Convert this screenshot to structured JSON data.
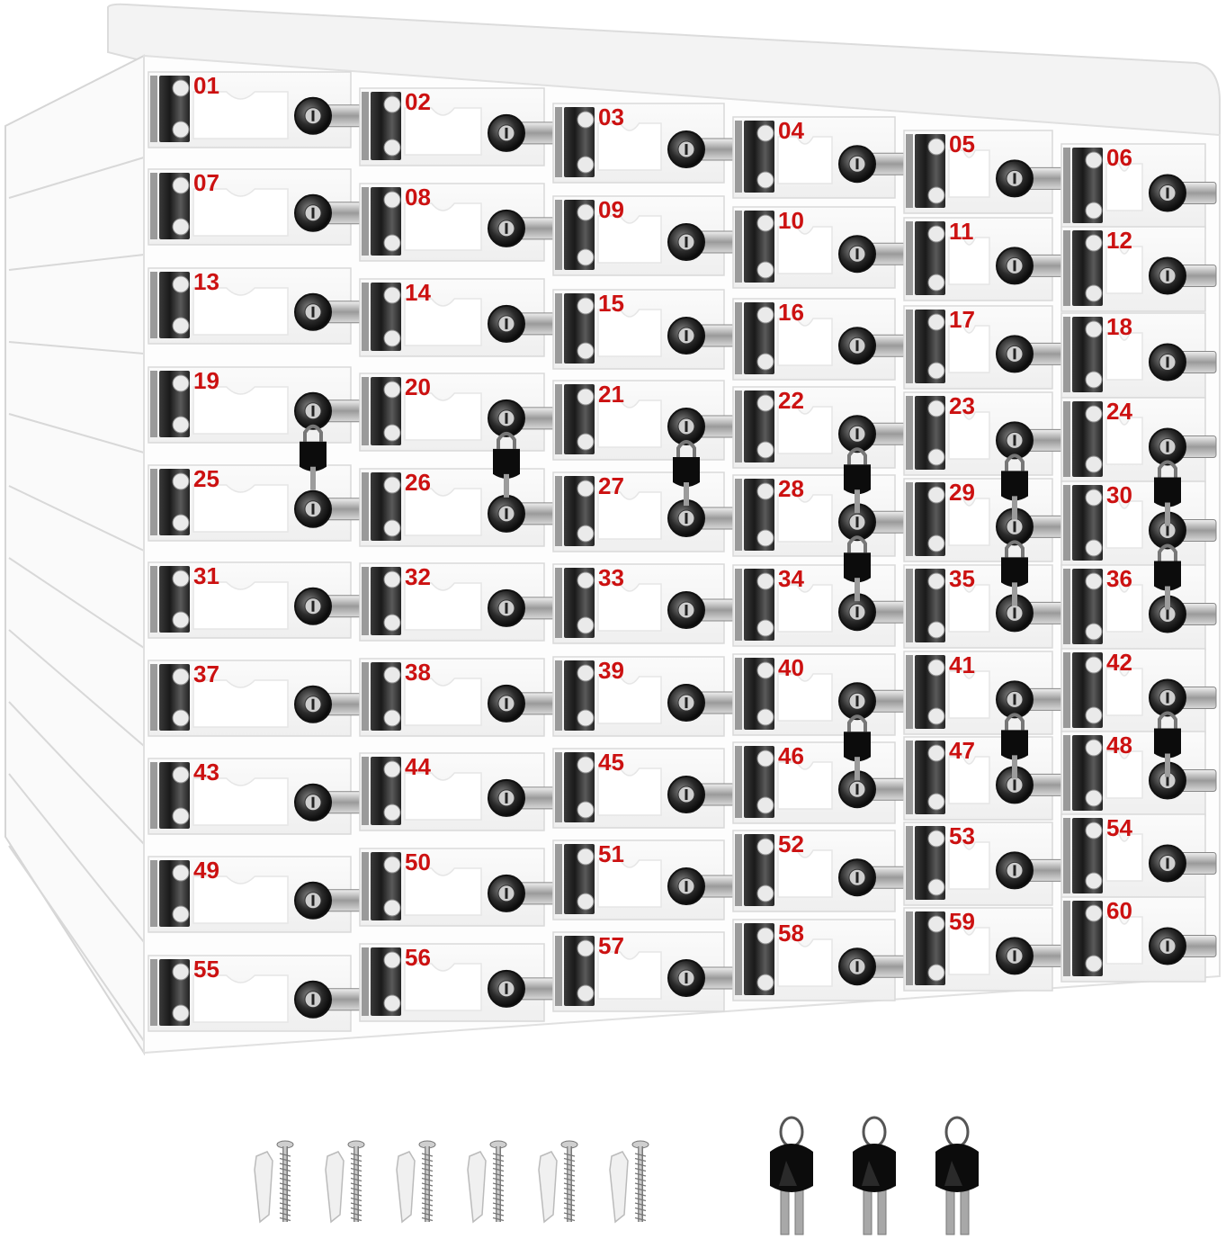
{
  "product": {
    "locker_numbers": [
      "01",
      "02",
      "03",
      "04",
      "05",
      "06",
      "07",
      "08",
      "09",
      "10",
      "11",
      "12",
      "13",
      "14",
      "15",
      "16",
      "17",
      "18",
      "19",
      "20",
      "21",
      "22",
      "23",
      "24",
      "25",
      "26",
      "27",
      "28",
      "29",
      "30",
      "31",
      "32",
      "33",
      "34",
      "35",
      "36",
      "37",
      "38",
      "39",
      "40",
      "41",
      "42",
      "43",
      "44",
      "45",
      "46",
      "47",
      "48",
      "49",
      "50",
      "51",
      "52",
      "53",
      "54",
      "55",
      "56",
      "57",
      "58",
      "59",
      "60"
    ],
    "rows": 10,
    "columns": 6,
    "number_color": "#cc1111",
    "padlocked_lockers": [
      "19",
      "20",
      "21",
      "22",
      "23",
      "24",
      "28",
      "29",
      "30",
      "40",
      "41",
      "42"
    ]
  },
  "accessories": {
    "wall_anchor_screw_sets": 6,
    "key_sets": 3,
    "keys_per_set": 2
  }
}
